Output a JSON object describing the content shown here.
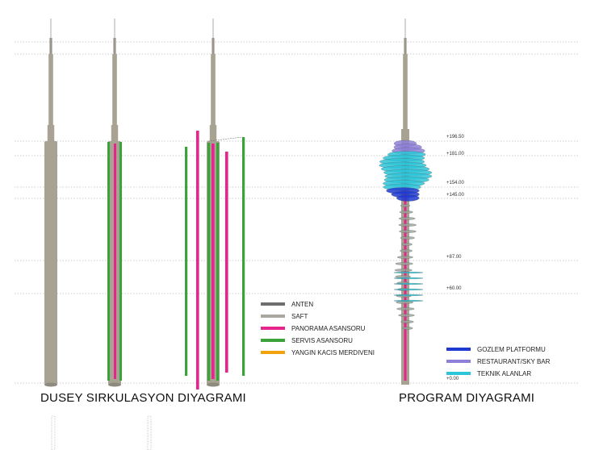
{
  "titles": {
    "circulation": "DUSEY SIRKULASYON DIYAGRAMI",
    "program": "PROGRAM DIYAGRAMI"
  },
  "elevations": [
    "+196.50",
    "+181.00",
    "+154.00",
    "+145.00",
    "+87.00",
    "+60.00",
    "+0.00"
  ],
  "circulation_legend": [
    {
      "label": "ANTEN",
      "color": "#6f6e6c"
    },
    {
      "label": "SAFT",
      "color": "#a9a7a0"
    },
    {
      "label": "PANORAMA ASANSORU",
      "color": "#e5248e"
    },
    {
      "label": "SERVIS ASANSORU",
      "color": "#3aa33a"
    },
    {
      "label": "YANGIN KACIS MERDIVENI",
      "color": "#f2a20c"
    }
  ],
  "program_legend": [
    {
      "label": "GOZLEM PLATFORMU",
      "color": "#1f3ad0"
    },
    {
      "label": "RESTAURANT/SKY BAR",
      "color": "#8d80d8"
    },
    {
      "label": "TEKNIK ALANLAR",
      "color": "#2cc4d8"
    }
  ],
  "colors": {
    "shaft": "#a8a293",
    "antenna": "#9a968c",
    "guide_line": "#9a9a9a",
    "panorama": "#e5248e",
    "service": "#3aa33a",
    "observation": "#1f3ad0",
    "restaurant": "#8d80d8",
    "technical": "#2cc4d8"
  }
}
